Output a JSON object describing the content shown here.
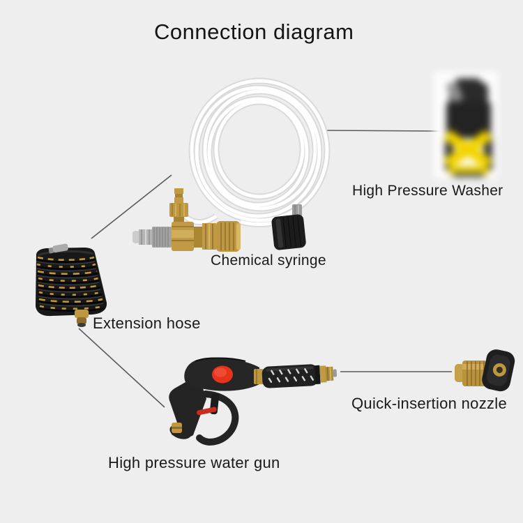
{
  "page": {
    "title": "Connection diagram",
    "background": "#eeeeee"
  },
  "labels": {
    "title": "Connection diagram",
    "high_pressure_washer": "High Pressure Washer",
    "chemical_syringe": "Chemical syringe",
    "extension_hose": "Extension hose",
    "quick_insertion_nozzle": "Quick-insertion nozzle",
    "high_pressure_water_gun": "High pressure water gun"
  },
  "parts": [
    {
      "name": "chemical-syringe",
      "label": "Chemical syringe"
    },
    {
      "name": "high-pressure-washer",
      "label": "High Pressure Washer"
    },
    {
      "name": "extension-hose",
      "label": "Extension hose"
    },
    {
      "name": "high-pressure-water-gun",
      "label": "High pressure water gun"
    },
    {
      "name": "quick-insertion-nozzle",
      "label": "Quick-insertion nozzle"
    }
  ],
  "colors": {
    "background": "#eeeeee",
    "text": "#1a1a1a",
    "connector_line": "#5a5a5a",
    "brass": "#c09a45",
    "silver": "#b5b5b5",
    "clear_hose": "#fbfbfb",
    "gun_black": "#242424",
    "button_red": "#e6331c",
    "hose_black": "#181818",
    "hose_print_yellow": "#c59a33",
    "washer_yellow": "#f2d400"
  }
}
